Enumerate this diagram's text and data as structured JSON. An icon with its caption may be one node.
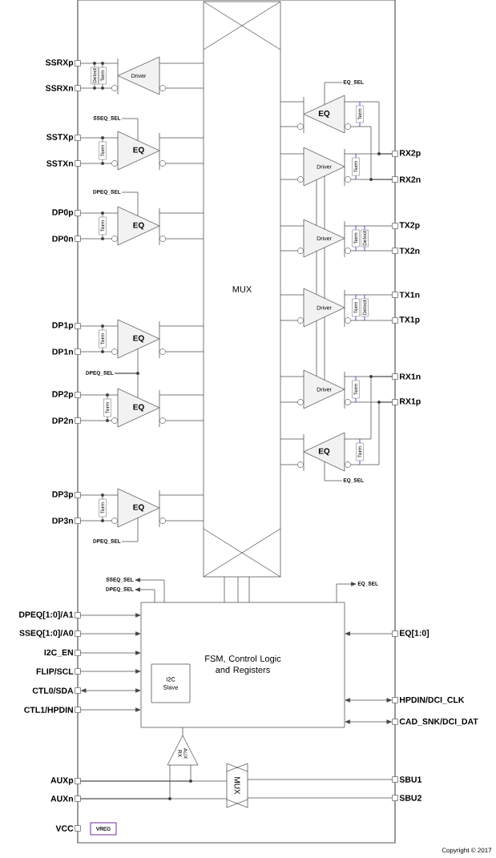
{
  "diagram": {
    "nodes": [
      {
        "text": [
          "MUX"
        ]
      },
      {
        "text": [
          "SSRXp"
        ]
      },
      {
        "text": [
          "SSRXn"
        ]
      },
      {
        "text": [
          "SSTXp"
        ]
      },
      {
        "text": [
          "SSTXn"
        ]
      },
      {
        "text": [
          "DP0p"
        ]
      },
      {
        "text": [
          "DP0n"
        ]
      },
      {
        "text": [
          "DP1p"
        ]
      },
      {
        "text": [
          "DP1n"
        ]
      },
      {
        "text": [
          "DP2p"
        ]
      },
      {
        "text": [
          "DP2n"
        ]
      },
      {
        "text": [
          "DP3p"
        ]
      },
      {
        "text": [
          "DP3n"
        ]
      },
      {
        "text": [
          "Driver"
        ]
      },
      {
        "text": [
          "EQ"
        ]
      },
      {
        "text": [
          "EQ"
        ]
      },
      {
        "text": [
          "EQ"
        ]
      },
      {
        "text": [
          "EQ"
        ]
      },
      {
        "text": [
          "EQ"
        ]
      },
      {
        "text": [
          "EQ"
        ]
      },
      {
        "text": [
          "Driver"
        ]
      },
      {
        "text": [
          "Driver"
        ]
      },
      {
        "text": [
          "Driver"
        ]
      },
      {
        "text": [
          "Driver"
        ]
      },
      {
        "text": [
          "EQ"
        ]
      },
      {
        "text": [
          "RX2p"
        ]
      },
      {
        "text": [
          "RX2n"
        ]
      },
      {
        "text": [
          "TX2p"
        ]
      },
      {
        "text": [
          "TX2n"
        ]
      },
      {
        "text": [
          "TX1n"
        ]
      },
      {
        "text": [
          "TX1p"
        ]
      },
      {
        "text": [
          "RX1n"
        ]
      },
      {
        "text": [
          "RX1p"
        ]
      },
      {
        "text": [
          "Detect"
        ]
      },
      {
        "text": [
          "Term"
        ]
      },
      {
        "text": [
          "Term"
        ]
      },
      {
        "text": [
          "Term"
        ]
      },
      {
        "text": [
          "Term"
        ]
      },
      {
        "text": [
          "Term"
        ]
      },
      {
        "text": [
          "Term"
        ]
      },
      {
        "text": [
          "Term"
        ]
      },
      {
        "text": [
          "Term"
        ]
      },
      {
        "text": [
          "Term"
        ]
      },
      {
        "text": [
          "Detect"
        ]
      },
      {
        "text": [
          "Term"
        ]
      },
      {
        "text": [
          "Detect"
        ]
      },
      {
        "text": [
          "Term"
        ]
      },
      {
        "text": [
          "Term"
        ]
      },
      {
        "text": [
          "FSM, Control Logic and Registers"
        ]
      },
      {
        "text": [
          "I2C Slave"
        ],
        "in": 48
      },
      {
        "text": [
          "DPEQ[1:0]/A1"
        ]
      },
      {
        "text": [
          "SSEQ[1:0]/A0"
        ]
      },
      {
        "text": [
          "I2C_EN"
        ]
      },
      {
        "text": [
          "FLIP/SCL"
        ]
      },
      {
        "text": [
          "CTL0/SDA"
        ]
      },
      {
        "text": [
          "CTL1/HPDIN"
        ]
      },
      {
        "text": [
          "EQ[1:0]"
        ]
      },
      {
        "text": [
          "HPDIN/DCI_CLK"
        ]
      },
      {
        "text": [
          "CAD_SNK/DCI_DAT"
        ]
      },
      {
        "text": [
          "AUX RX"
        ]
      },
      {
        "text": [
          "MUX"
        ]
      },
      {
        "text": [
          "AUXp"
        ]
      },
      {
        "text": [
          "AUXn"
        ]
      },
      {
        "text": [
          "SBU1"
        ]
      },
      {
        "text": [
          "SBU2"
        ]
      },
      {
        "text": [
          "VCC"
        ]
      },
      {
        "text": [
          "VREG"
        ]
      },
      {
        "text": [
          "EQ_SEL"
        ]
      },
      {
        "text": [
          "SSEQ_SEL"
        ]
      },
      {
        "text": [
          "DPEQ_SEL"
        ]
      },
      {
        "text": [
          "DPEQ_SEL"
        ]
      },
      {
        "text": [
          "EQ_SEL"
        ]
      },
      {
        "text": [
          "DPEQ_SEL"
        ]
      },
      {
        "text": [
          "SSEQ_SEL"
        ]
      },
      {
        "text": [
          "DPEQ_SEL"
        ]
      },
      {
        "text": [
          "EQ_SEL"
        ]
      }
    ],
    "edges": [
      {
        "from": 1,
        "to": 13,
        "arrow": "none"
      },
      {
        "from": 2,
        "to": 13,
        "arrow": "none"
      },
      {
        "from": 3,
        "to": 14,
        "arrow": "none"
      },
      {
        "from": 4,
        "to": 14,
        "arrow": "none"
      },
      {
        "from": 5,
        "to": 15,
        "arrow": "none"
      },
      {
        "from": 6,
        "to": 15,
        "arrow": "none"
      },
      {
        "from": 7,
        "to": 16,
        "arrow": "none"
      },
      {
        "from": 8,
        "to": 16,
        "arrow": "none"
      },
      {
        "from": 9,
        "to": 17,
        "arrow": "none"
      },
      {
        "from": 10,
        "to": 17,
        "arrow": "none"
      },
      {
        "from": 11,
        "to": 18,
        "arrow": "none"
      },
      {
        "from": 12,
        "to": 18,
        "arrow": "none"
      },
      {
        "from": 13,
        "to": 0,
        "arrow": "none"
      },
      {
        "from": 13,
        "to": 0,
        "arrow": "none"
      },
      {
        "from": 14,
        "to": 0,
        "arrow": "none"
      },
      {
        "from": 14,
        "to": 0,
        "arrow": "none"
      },
      {
        "from": 15,
        "to": 0,
        "arrow": "none"
      },
      {
        "from": 15,
        "to": 0,
        "arrow": "none"
      },
      {
        "from": 16,
        "to": 0,
        "arrow": "none"
      },
      {
        "from": 16,
        "to": 0,
        "arrow": "none"
      },
      {
        "from": 17,
        "to": 0,
        "arrow": "none"
      },
      {
        "from": 17,
        "to": 0,
        "arrow": "none"
      },
      {
        "from": 18,
        "to": 0,
        "arrow": "none"
      },
      {
        "from": 18,
        "to": 0,
        "arrow": "none"
      },
      {
        "from": 0,
        "to": 19,
        "arrow": "none"
      },
      {
        "from": 0,
        "to": 19,
        "arrow": "none"
      },
      {
        "from": 0,
        "to": 20,
        "arrow": "none"
      },
      {
        "from": 0,
        "to": 20,
        "arrow": "none"
      },
      {
        "from": 0,
        "to": 21,
        "arrow": "none"
      },
      {
        "from": 0,
        "to": 21,
        "arrow": "none"
      },
      {
        "from": 0,
        "to": 22,
        "arrow": "none"
      },
      {
        "from": 0,
        "to": 22,
        "arrow": "none"
      },
      {
        "from": 0,
        "to": 23,
        "arrow": "none"
      },
      {
        "from": 0,
        "to": 23,
        "arrow": "none"
      },
      {
        "from": 0,
        "to": 24,
        "arrow": "none"
      },
      {
        "from": 0,
        "to": 24,
        "arrow": "none"
      },
      {
        "from": 19,
        "to": 25,
        "arrow": "none"
      },
      {
        "from": 19,
        "to": 26,
        "arrow": "none"
      },
      {
        "from": 20,
        "to": 25,
        "arrow": "none"
      },
      {
        "from": 20,
        "to": 26,
        "arrow": "none"
      },
      {
        "from": 21,
        "to": 27,
        "arrow": "none"
      },
      {
        "from": 21,
        "to": 28,
        "arrow": "none"
      },
      {
        "from": 22,
        "to": 29,
        "arrow": "none"
      },
      {
        "from": 22,
        "to": 30,
        "arrow": "none"
      },
      {
        "from": 23,
        "to": 31,
        "arrow": "none"
      },
      {
        "from": 23,
        "to": 32,
        "arrow": "none"
      },
      {
        "from": 24,
        "to": 31,
        "arrow": "none"
      },
      {
        "from": 24,
        "to": 32,
        "arrow": "none"
      },
      {
        "from": 50,
        "to": 48,
        "arrow": "to"
      },
      {
        "from": 51,
        "to": 48,
        "arrow": "to"
      },
      {
        "from": 52,
        "to": 48,
        "arrow": "to"
      },
      {
        "from": 53,
        "to": 48,
        "arrow": "to"
      },
      {
        "from": 54,
        "to": 48,
        "arrow": "both"
      },
      {
        "from": 55,
        "to": 48,
        "arrow": "to"
      },
      {
        "from": 56,
        "to": 48,
        "arrow": "to"
      },
      {
        "from": 57,
        "to": 48,
        "arrow": "both"
      },
      {
        "from": 58,
        "to": 48,
        "arrow": "both"
      },
      {
        "from": 48,
        "to": 73,
        "arrow": "to"
      },
      {
        "from": 48,
        "to": 74,
        "arrow": "to"
      },
      {
        "from": 48,
        "to": 75,
        "arrow": "to"
      },
      {
        "from": 48,
        "to": 0,
        "arrow": "none"
      },
      {
        "from": 48,
        "to": 0,
        "arrow": "none"
      },
      {
        "from": 48,
        "to": 0,
        "arrow": "none"
      },
      {
        "from": 59,
        "to": 48,
        "arrow": "none"
      },
      {
        "from": 61,
        "to": 60,
        "arrow": "none"
      },
      {
        "from": 62,
        "to": 60,
        "arrow": "none"
      },
      {
        "from": 60,
        "to": 63,
        "arrow": "none"
      },
      {
        "from": 60,
        "to": 64,
        "arrow": "none"
      },
      {
        "from": 61,
        "to": 59,
        "arrow": "none"
      },
      {
        "from": 62,
        "to": 59,
        "arrow": "none"
      },
      {
        "from": 67,
        "to": 19,
        "arrow": "none"
      },
      {
        "from": 68,
        "to": 14,
        "arrow": "none"
      },
      {
        "from": 69,
        "to": 15,
        "arrow": "none"
      },
      {
        "from": 70,
        "to": 16,
        "arrow": "none"
      },
      {
        "from": 70,
        "to": 17,
        "arrow": "none"
      },
      {
        "from": 71,
        "to": 24,
        "arrow": "none"
      },
      {
        "from": 72,
        "to": 18,
        "arrow": "none"
      },
      {
        "from": 20,
        "to": 21,
        "arrow": "none"
      },
      {
        "from": 21,
        "to": 22,
        "arrow": "none"
      },
      {
        "from": 22,
        "to": 23,
        "arrow": "none"
      },
      {
        "from": 20,
        "to": 21,
        "arrow": "none"
      },
      {
        "from": 21,
        "to": 22,
        "arrow": "none"
      },
      {
        "from": 22,
        "to": 23,
        "arrow": "none"
      }
    ],
    "labels": [
      "Copyright © 2017"
    ]
  }
}
